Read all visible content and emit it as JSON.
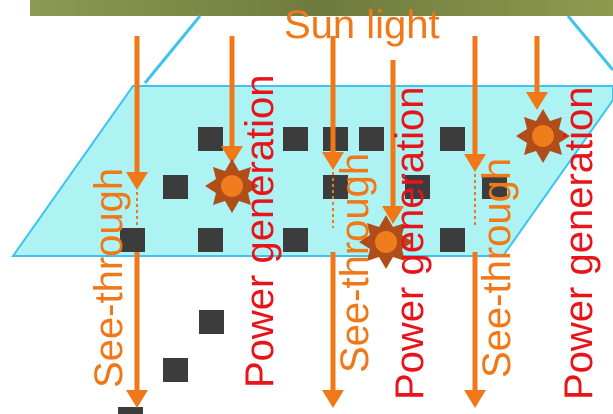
{
  "diagram": {
    "title": "Sun light",
    "labels": {
      "see_through": "See-through",
      "power_generation": "Power generation"
    },
    "colors": {
      "arrow": "#f07818",
      "power_text": "#e8141b",
      "see_text": "#f07818",
      "glass_fill": "#aef3f3",
      "glass_edge": "#3ec3ee",
      "cell": "#3c3c3c",
      "burst": "#b14d19",
      "burst_core": "#ef7d1d",
      "photo_top": "#7e8a4b"
    }
  }
}
